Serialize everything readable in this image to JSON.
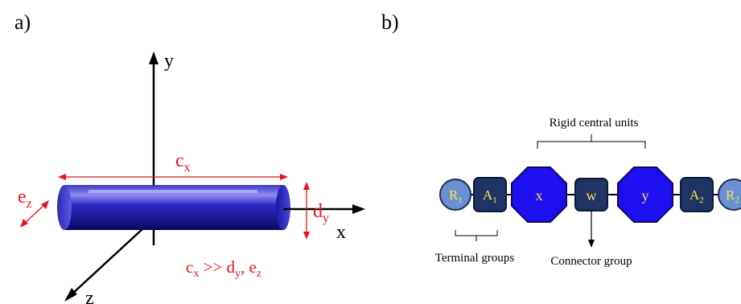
{
  "panel_a": {
    "label": "a)",
    "axis_y": "y",
    "axis_x": "x",
    "axis_z": "z",
    "dim_c": "c",
    "dim_c_sub": "x",
    "dim_d": "d",
    "dim_d_sub": "y",
    "dim_e": "e",
    "dim_e_sub": "z",
    "relation": {
      "c": "c",
      "c_sub": "x",
      "op": " >> ",
      "d": "d",
      "d_sub": "y",
      "sep": ", ",
      "e": "e",
      "e_sub": "z"
    }
  },
  "panel_b": {
    "label": "b)",
    "rigid_label": "Rigid central units",
    "terminal_label": "Terminal groups",
    "connector_label": "Connector group",
    "units": {
      "r1": "R",
      "r1_sub": "1",
      "a1": "A",
      "a1_sub": "1",
      "x": "x",
      "w": "w",
      "y": "y",
      "a2": "A",
      "a2_sub": "2",
      "r2": "R",
      "r2_sub": "2"
    }
  },
  "colors": {
    "red": "#e8141c",
    "rod": "#2a22c4",
    "octagon": "#1e0ff0",
    "square": "#1f3464",
    "circle": "#6b8fd4",
    "yellow": "#ffe54a"
  }
}
